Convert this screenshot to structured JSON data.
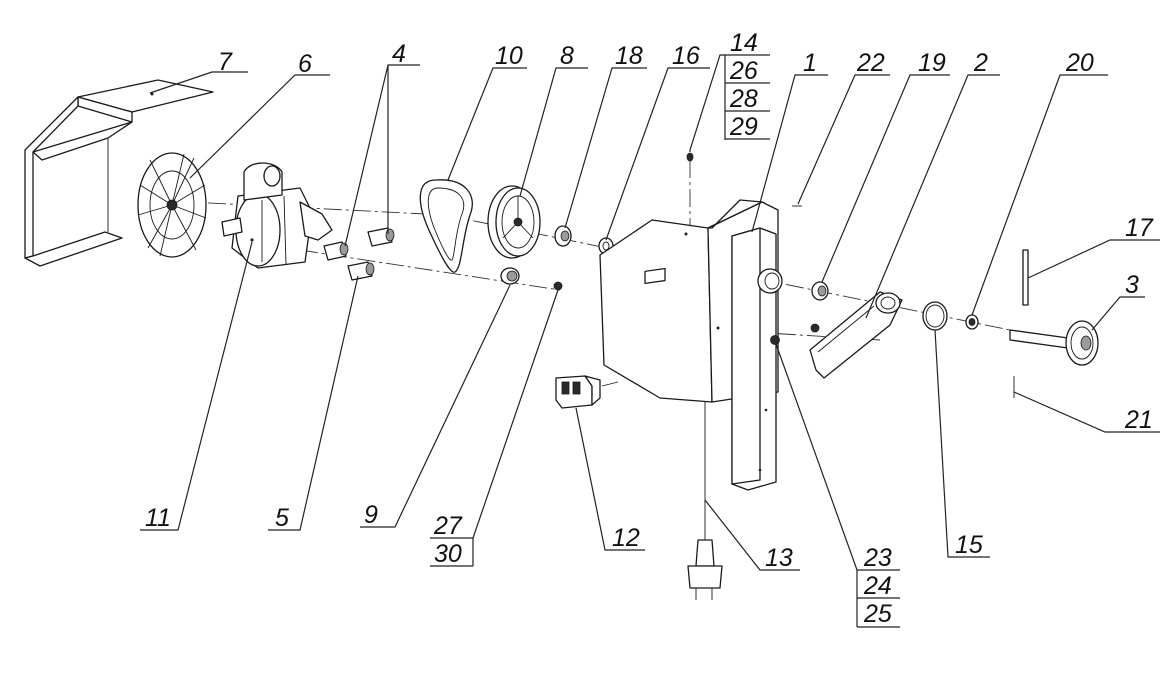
{
  "diagram": {
    "callouts": [
      {
        "id": "c7",
        "text": "7"
      },
      {
        "id": "c6",
        "text": "6"
      },
      {
        "id": "c4",
        "text": "4"
      },
      {
        "id": "c10",
        "text": "10"
      },
      {
        "id": "c8",
        "text": "8"
      },
      {
        "id": "c18",
        "text": "18"
      },
      {
        "id": "c16",
        "text": "16"
      },
      {
        "id": "c14",
        "text": "14"
      },
      {
        "id": "c26",
        "text": "26"
      },
      {
        "id": "c28",
        "text": "28"
      },
      {
        "id": "c29",
        "text": "29"
      },
      {
        "id": "c1",
        "text": "1"
      },
      {
        "id": "c22",
        "text": "22"
      },
      {
        "id": "c19",
        "text": "19"
      },
      {
        "id": "c2",
        "text": "2"
      },
      {
        "id": "c20",
        "text": "20"
      },
      {
        "id": "c17",
        "text": "17"
      },
      {
        "id": "c3",
        "text": "3"
      },
      {
        "id": "c21",
        "text": "21"
      },
      {
        "id": "c11",
        "text": "11"
      },
      {
        "id": "c5",
        "text": "5"
      },
      {
        "id": "c9",
        "text": "9"
      },
      {
        "id": "c27",
        "text": "27"
      },
      {
        "id": "c30",
        "text": "30"
      },
      {
        "id": "c12",
        "text": "12"
      },
      {
        "id": "c13",
        "text": "13"
      },
      {
        "id": "c23",
        "text": "23"
      },
      {
        "id": "c24",
        "text": "24"
      },
      {
        "id": "c25",
        "text": "25"
      },
      {
        "id": "c15",
        "text": "15"
      }
    ]
  }
}
